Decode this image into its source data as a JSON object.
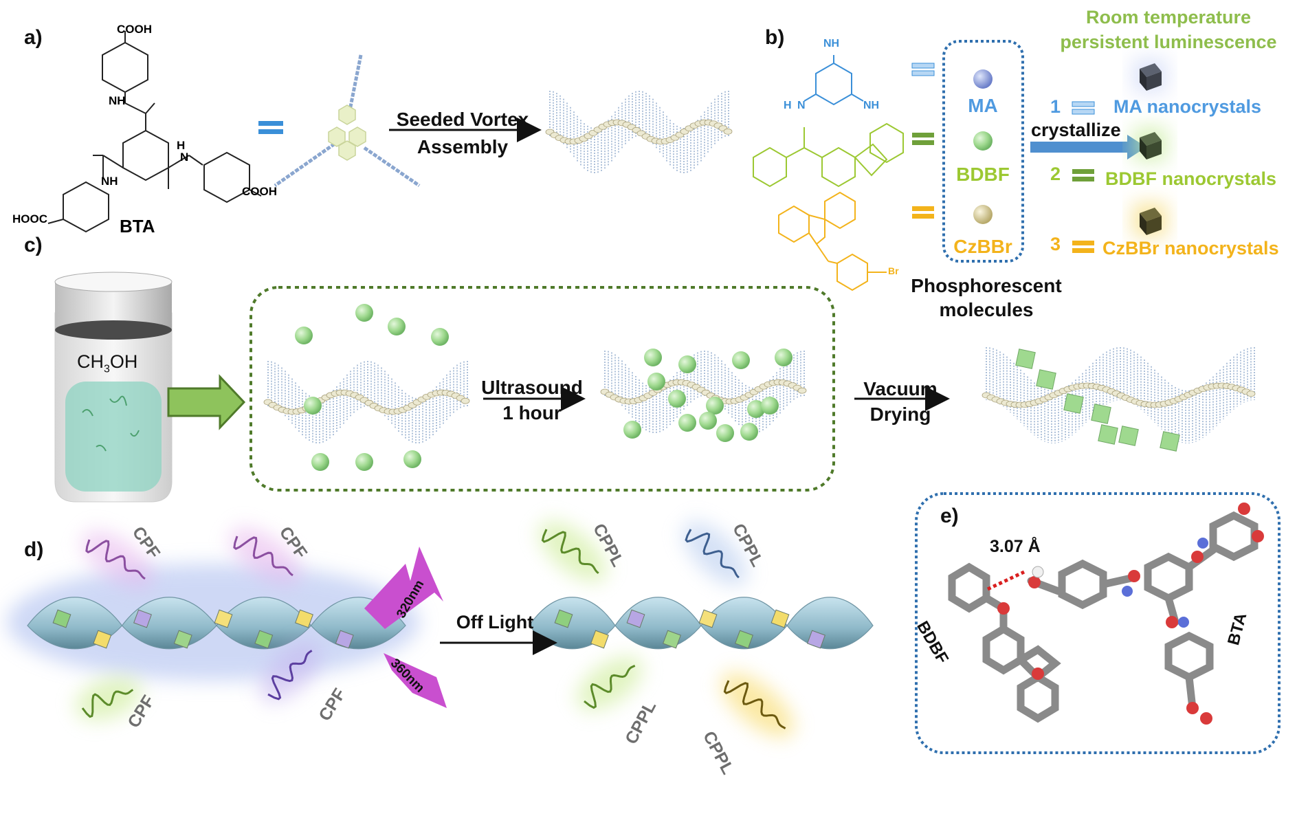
{
  "panels": {
    "a": "a)",
    "b": "b)",
    "c": "c)",
    "d": "d)",
    "e": "e)"
  },
  "panel_a": {
    "molecule_name": "BTA",
    "groups": {
      "cooh_top": "COOH",
      "nh_top": "NH",
      "h_right": "H",
      "n_right": "N",
      "nh_left": "NH",
      "cooh_right": "COOH",
      "hooc_left": "HOOC"
    },
    "arrow_label_line1": "Seeded Vortex",
    "arrow_label_line2": "Assembly"
  },
  "panel_b": {
    "title_line1": "Room temperature",
    "title_line2": "persistent luminescence",
    "ma_groups": {
      "nh2_top": "NH",
      "nh2_left": "H",
      "nh2_left2": "N",
      "nh2_right": "NH"
    },
    "cz_group": "Br",
    "molecules": [
      {
        "label": "MA",
        "color": "#3a8fd8"
      },
      {
        "label": "BDBF",
        "color": "#9cc832"
      },
      {
        "label": "CzBBr",
        "color": "#f3b31b"
      }
    ],
    "box_caption_line1": "Phosphorescent",
    "box_caption_line2": "molecules",
    "arrow_label": "crystallize",
    "products": [
      {
        "num": "1",
        "label": "MA nanocrystals",
        "color": "#3a8fd8"
      },
      {
        "num": "2",
        "label": "BDBF nanocrystals",
        "color": "#9cc832"
      },
      {
        "num": "3",
        "label": "CzBBr nanocrystals",
        "color": "#f3b31b"
      }
    ]
  },
  "panel_c": {
    "vial_label_pre": "CH",
    "vial_label_sub": "3",
    "vial_label_post": "OH",
    "step1_line1": "Ultrasound",
    "step1_line2": "1 hour",
    "step2_line1": "Vacuum",
    "step2_line2": "Drying"
  },
  "panel_d": {
    "emission_labels_left": [
      "CPF",
      "CPF",
      "CPF",
      "CPF"
    ],
    "excitation": [
      "320nm",
      "360nm"
    ],
    "arrow_label": "Off Light",
    "emission_labels_right": [
      "CPPL",
      "CPPL",
      "CPPL",
      "CPPL"
    ]
  },
  "panel_e": {
    "distance": "3.07 Å",
    "left_molecule": "BDBF",
    "right_molecule": "BTA"
  },
  "colors": {
    "ma": "#3a8fd8",
    "bdbf": "#9cc832",
    "czbbr": "#f3b31b",
    "dashed_box": "#2f6fae",
    "green_box": "#4f7a2a",
    "arrow_green": "#77b150"
  }
}
